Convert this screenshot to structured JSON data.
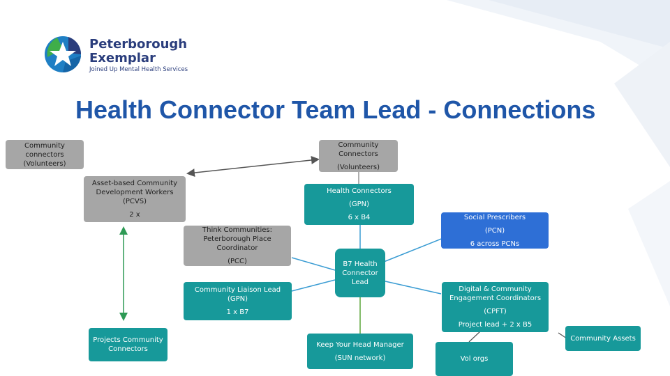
{
  "logo": {
    "line1": "Peterborough",
    "line2": "Exemplar",
    "tagline": "Joined Up Mental Health Services"
  },
  "title": "Health Connector Team Lead - Connections",
  "nodes": {
    "community_connectors_left": [
      "Community",
      "connectors",
      "(Volunteers)"
    ],
    "community_connectors_right": [
      "Community",
      "Connectors",
      "(Volunteers)"
    ],
    "asset_based": [
      "Asset-based Community",
      "Development Workers",
      "(PCVS)",
      "2 x"
    ],
    "health_connectors": [
      "Health Connectors",
      "(GPN)",
      "6 x B4"
    ],
    "social_prescribers": [
      "Social Prescribers",
      "(PCN)",
      "6 across PCNs"
    ],
    "think_communities": [
      "Think Communities:",
      "Peterborough Place",
      "Coordinator",
      "(PCC)"
    ],
    "b7_lead": [
      "B7 Health",
      "Connector",
      "Lead"
    ],
    "liaison_lead": [
      "Community Liaison Lead",
      "(GPN)",
      "1 x B7"
    ],
    "digital_engagement": [
      "Digital & Community",
      "Engagement Coordinators",
      "(CPFT)",
      "Project lead + 2 x B5"
    ],
    "projects_connectors": [
      "Projects Community",
      "Connectors"
    ],
    "keep_your_head": [
      "Keep Your Head Manager",
      "(SUN network)"
    ],
    "community_assets": [
      "Community Assets"
    ],
    "vol_orgs": [
      "Vol orgs"
    ]
  },
  "colors": {
    "title": "#1f56a8",
    "grey_box": "#a6a6a6",
    "teal_box": "#17999a",
    "blue_box": "#2e6fd6",
    "connector_line": "#3a9cd3",
    "green_line": "#5aa63a",
    "arrow": "#555555"
  }
}
